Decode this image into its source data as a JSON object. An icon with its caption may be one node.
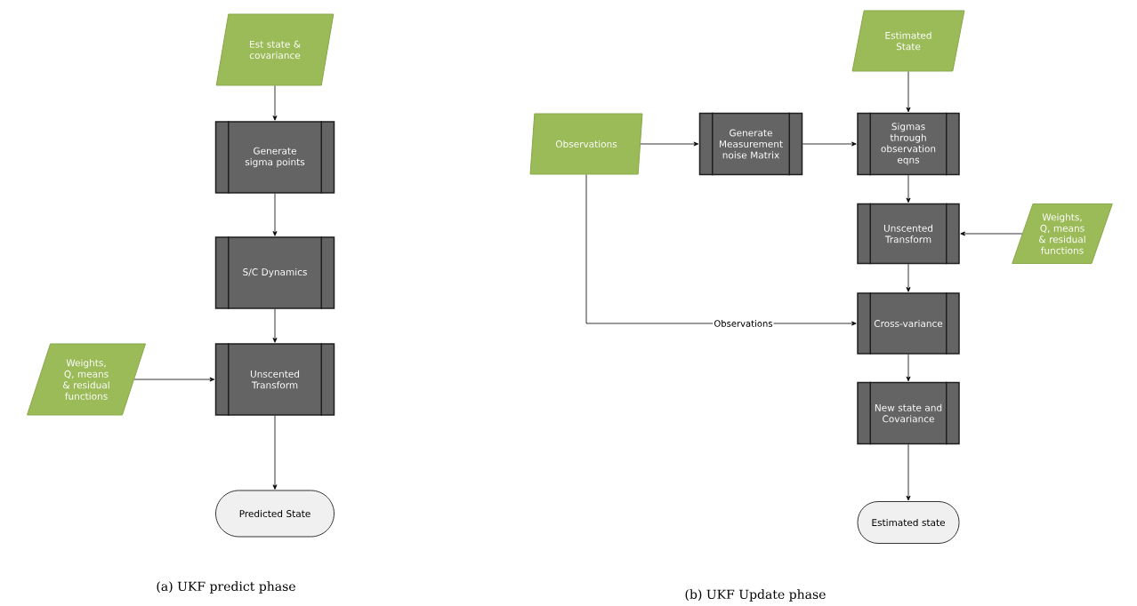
{
  "diagram": {
    "nodes": [
      {
        "text": [
          "Est state & covariance"
        ]
      },
      {
        "text": [
          "Generate sigma points"
        ]
      },
      {
        "text": [
          "S/C Dynamics"
        ]
      },
      {
        "text": [
          "Unscented Transform"
        ]
      },
      {
        "text": [
          "Weights, Q, means & residual functions"
        ]
      },
      {
        "text": [
          "Predicted State"
        ]
      },
      {
        "text": [
          "Estimated State"
        ]
      },
      {
        "text": [
          "Observations"
        ]
      },
      {
        "text": [
          "Generate Measurement noise Matrix"
        ]
      },
      {
        "text": [
          "Sigmas through observation eqns"
        ]
      },
      {
        "text": [
          "Unscented Transform"
        ]
      },
      {
        "text": [
          "Weights, Q, means & residual functions"
        ]
      },
      {
        "text": [
          "Cross-variance"
        ]
      },
      {
        "text": [
          "New state and Covariance"
        ]
      },
      {
        "text": [
          "Estimated state"
        ]
      }
    ],
    "edges": [
      {
        "from": 0,
        "to": 1,
        "arrow": "to"
      },
      {
        "from": 1,
        "to": 2,
        "arrow": "to"
      },
      {
        "from": 2,
        "to": 3,
        "arrow": "to"
      },
      {
        "from": 4,
        "to": 3,
        "arrow": "to"
      },
      {
        "from": 3,
        "to": 5,
        "arrow": "to"
      },
      {
        "from": 6,
        "to": 9,
        "arrow": "to"
      },
      {
        "from": 7,
        "to": 8,
        "arrow": "to"
      },
      {
        "from": 8,
        "to": 9,
        "arrow": "to"
      },
      {
        "from": 9,
        "to": 10,
        "arrow": "to"
      },
      {
        "from": 11,
        "to": 10,
        "arrow": "to"
      },
      {
        "from": 10,
        "to": 12,
        "arrow": "to"
      },
      {
        "from": 7,
        "to": 12,
        "arrow": "to",
        "label": "Observations"
      },
      {
        "from": 12,
        "to": 13,
        "arrow": "to"
      },
      {
        "from": 13,
        "to": 14,
        "arrow": "to"
      }
    ],
    "labels": [
      "(a) UKF predict phase",
      "(b) UKF Update phase"
    ]
  }
}
